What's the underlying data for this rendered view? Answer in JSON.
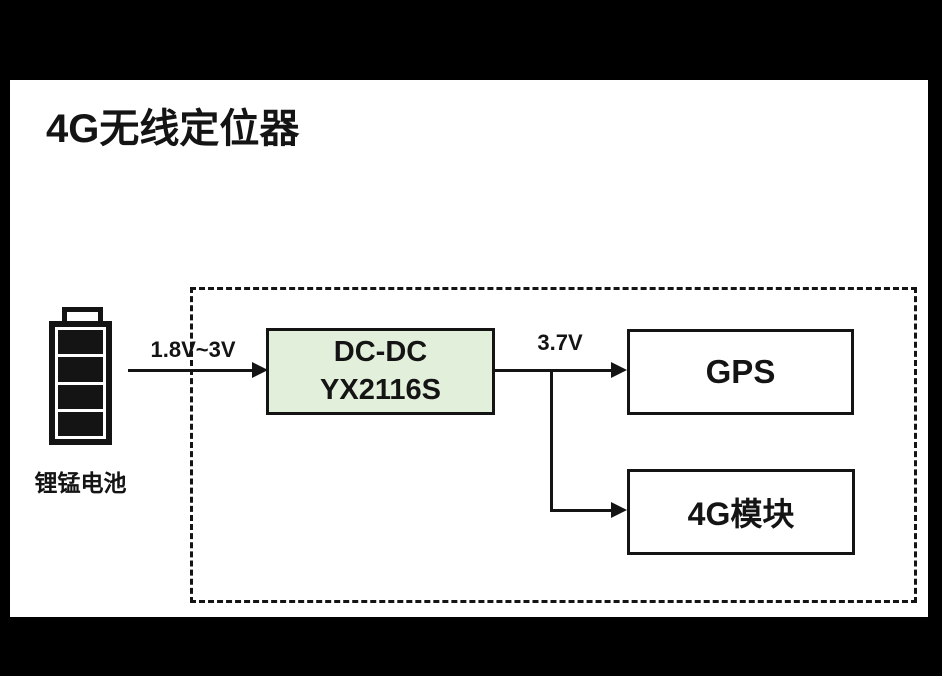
{
  "title": "4G无线定位器",
  "colors": {
    "background": "#000000",
    "canvas": "#ffffff",
    "line": "#141414",
    "dcdc_fill": "#e2efda"
  },
  "battery": {
    "icon": "battery-icon",
    "segments": 4,
    "label": "锂锰电池"
  },
  "connections": {
    "input_voltage": "1.8V~3V",
    "output_voltage": "3.7V"
  },
  "blocks": {
    "dcdc": {
      "line1": "DC-DC",
      "line2": "YX2116S"
    },
    "gps": {
      "label": "GPS"
    },
    "module_4g": {
      "label": "4G模块"
    }
  }
}
